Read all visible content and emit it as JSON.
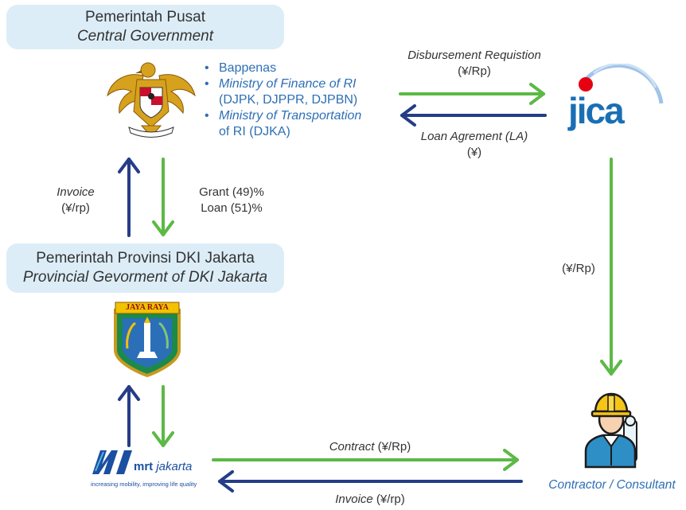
{
  "central": {
    "title": "Pemerintah Pusat",
    "subtitle": "Central Government"
  },
  "ministries": [
    {
      "line1": "Bappenas",
      "line2": ""
    },
    {
      "line1": "Ministry of Finance of RI",
      "line2": "(DJPK, DJPPR, DJPBN)"
    },
    {
      "line1": "Ministry of Transportation",
      "line2": "of RI (DJKA)"
    }
  ],
  "disbursement": {
    "label": "Disbursement Requistion",
    "unit": "(¥/Rp)"
  },
  "loan_agreement": {
    "label": "Loan Agrement (LA)",
    "unit": "(¥)"
  },
  "jica": {
    "text": "jica"
  },
  "invoice_left": {
    "label": "Invoice",
    "unit": "(¥/rp)"
  },
  "grant_loan": {
    "grant": "Grant (49)%",
    "loan": "Loan (51)%"
  },
  "provincial": {
    "title": "Pemerintah Provinsi DKI Jakarta",
    "subtitle": "Provincial Gevorment of DKI Jakarta"
  },
  "jaya_raya": {
    "banner": "JAYA RAYA"
  },
  "right_flow": {
    "unit": "(¥/Rp)"
  },
  "mrt": {
    "logo_text": "mrt",
    "logo_italic": "jakarta",
    "tagline": "increasing mobility, improving life quality"
  },
  "contract": {
    "label": "Contract",
    "unit": "(¥/Rp)"
  },
  "invoice_bottom": {
    "label": "Invoice",
    "unit": "(¥/rp)"
  },
  "contractor": {
    "label": "Contractor / Consultant"
  },
  "colors": {
    "green": "#5cb946",
    "navy": "#253d87",
    "box": "#dcedf7",
    "jica_blue": "#1a6fb4",
    "jica_red": "#e60012"
  }
}
